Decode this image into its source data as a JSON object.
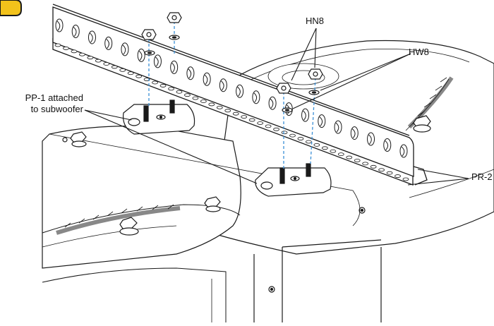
{
  "labels": {
    "hn8": "HN8",
    "hw8": "HW8",
    "pp1_line1": "PP-1 attached",
    "pp1_line2": "to subwoofer",
    "pr2": "PR-2"
  },
  "colors": {
    "line": "#1a1a1a",
    "dashed_guide": "#3a8fd6",
    "badge": "#f2c21b",
    "fill": "#ffffff"
  }
}
